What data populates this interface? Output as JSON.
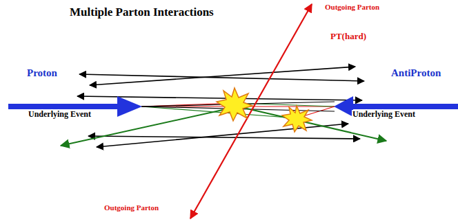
{
  "diagram": {
    "title": "Multiple Parton Interactions",
    "labels": [
      "Outgoing Parton",
      "PT(hard)",
      "Proton",
      "AntiProton",
      "Underlying Event",
      "Underlying Event",
      "Outgoing Parton"
    ]
  }
}
